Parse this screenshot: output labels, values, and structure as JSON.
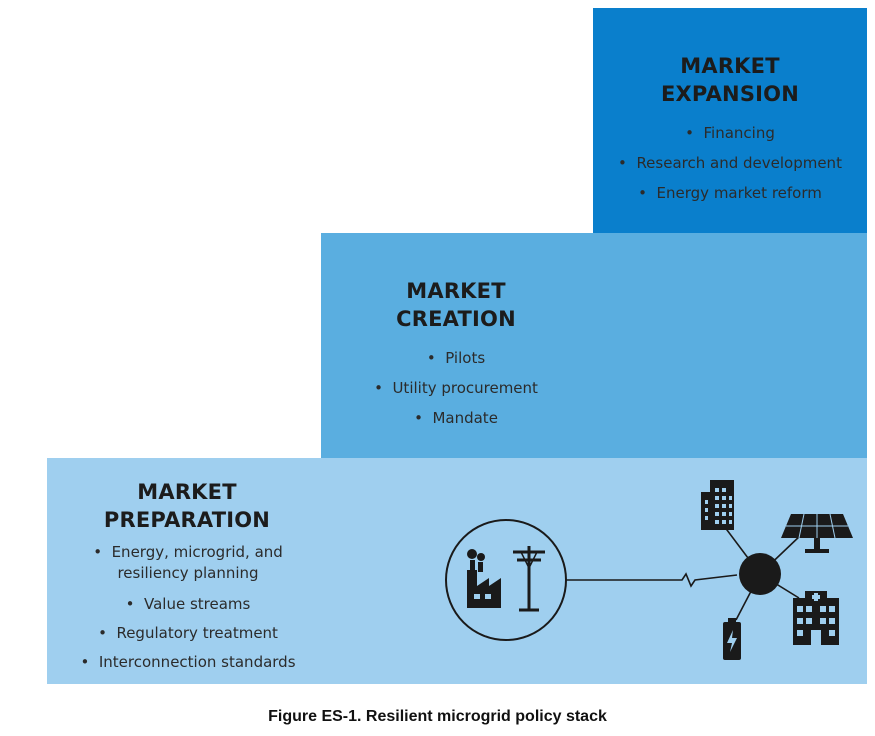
{
  "colors": {
    "preparation": "#9fcfef",
    "creation": "#5aaee0",
    "expansion": "#0a7fcc",
    "icon": "#1a1a1a"
  },
  "tiers": {
    "expansion": {
      "title_line1": "MARKET",
      "title_line2": "EXPANSION",
      "items": [
        "Financing",
        "Research and development",
        "Energy market reform"
      ]
    },
    "creation": {
      "title_line1": "MARKET",
      "title_line2": "CREATION",
      "items": [
        "Pilots",
        "Utility procurement",
        "Mandate"
      ]
    },
    "preparation": {
      "title_line1": "MARKET",
      "title_line2": "PREPARATION",
      "items": [
        "Energy, microgrid, and resiliency planning",
        "Value streams",
        "Regulatory treatment",
        "Interconnection standards"
      ]
    }
  },
  "icons": [
    "power-plant-icon",
    "utility-pole-icon",
    "hub-node-icon",
    "office-building-icon",
    "solar-panel-icon",
    "hospital-icon",
    "battery-icon"
  ],
  "caption": "Figure ES-1. Resilient microgrid policy stack"
}
